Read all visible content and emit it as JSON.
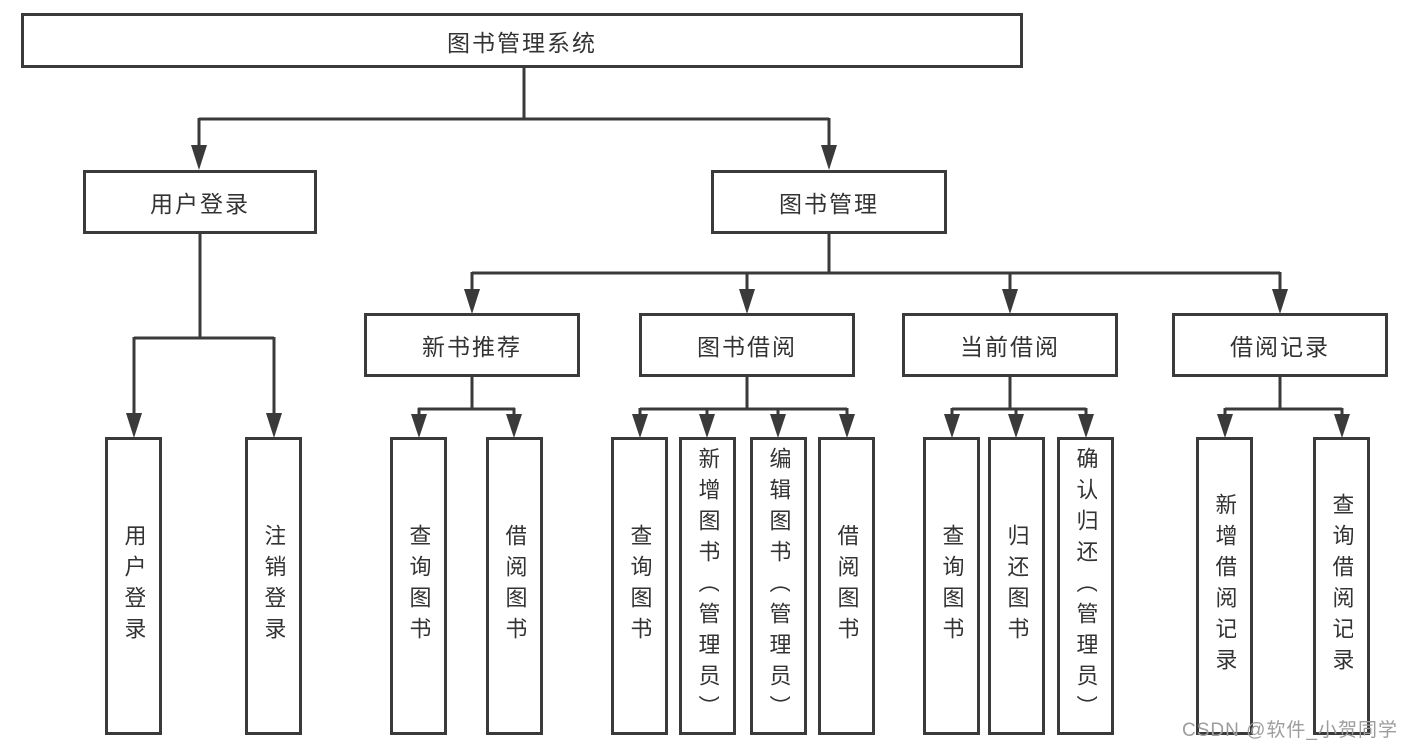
{
  "diagram_title": "图书管理系统",
  "tree": {
    "root": "图书管理系统",
    "branches": [
      {
        "label": "用户登录",
        "children": [
          "用户登录",
          "注销登录"
        ]
      },
      {
        "label": "图书管理",
        "children": [
          {
            "label": "新书推荐",
            "children": [
              "查询图书",
              "借阅图书"
            ]
          },
          {
            "label": "图书借阅",
            "children": [
              "查询图书",
              "新增图书（管理员）",
              "编辑图书（管理员）",
              "借阅图书"
            ]
          },
          {
            "label": "当前借阅",
            "children": [
              "查询图书",
              "归还图书",
              "确认归还（管理员）"
            ]
          },
          {
            "label": "借阅记录",
            "children": [
              "新增借阅记录",
              "查询借阅记录"
            ]
          }
        ]
      }
    ]
  },
  "watermark": "CSDN @软件_小贺同学",
  "colors": {
    "line": "#3a3a3a",
    "box_border": "#3a3a3a",
    "text": "#333333",
    "watermark": "#9d9d9d",
    "background": "#ffffff"
  }
}
